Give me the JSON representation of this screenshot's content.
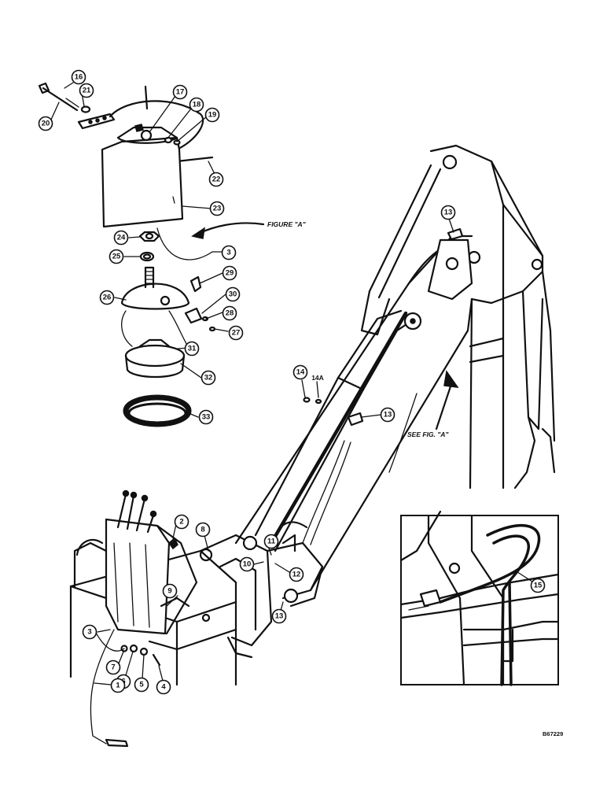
{
  "figure_label": "FIGURE \"A\"",
  "see_label": "SEE FIG. \"A\"",
  "drawing_code": "B67229",
  "callouts": [
    {
      "id": "16",
      "text": "16"
    },
    {
      "id": "17",
      "text": "17"
    },
    {
      "id": "18",
      "text": "18"
    },
    {
      "id": "19",
      "text": "19"
    },
    {
      "id": "20",
      "text": "20"
    },
    {
      "id": "21",
      "text": "21"
    },
    {
      "id": "22",
      "text": "22"
    },
    {
      "id": "23",
      "text": "23"
    },
    {
      "id": "24",
      "text": "24"
    },
    {
      "id": "25",
      "text": "25"
    },
    {
      "id": "3a",
      "text": "3"
    },
    {
      "id": "29",
      "text": "29"
    },
    {
      "id": "26",
      "text": "26"
    },
    {
      "id": "30",
      "text": "30"
    },
    {
      "id": "28",
      "text": "28"
    },
    {
      "id": "27",
      "text": "27"
    },
    {
      "id": "31",
      "text": "31"
    },
    {
      "id": "32",
      "text": "32"
    },
    {
      "id": "33",
      "text": "33"
    },
    {
      "id": "13a",
      "text": "13"
    },
    {
      "id": "14",
      "text": "14"
    },
    {
      "id": "14A",
      "text": "14A"
    },
    {
      "id": "13b",
      "text": "13"
    },
    {
      "id": "2",
      "text": "2"
    },
    {
      "id": "8",
      "text": "8"
    },
    {
      "id": "11",
      "text": "11"
    },
    {
      "id": "10",
      "text": "10"
    },
    {
      "id": "12",
      "text": "12"
    },
    {
      "id": "9",
      "text": "9"
    },
    {
      "id": "13c",
      "text": "13"
    },
    {
      "id": "3b",
      "text": "3"
    },
    {
      "id": "7",
      "text": "7"
    },
    {
      "id": "6",
      "text": "6"
    },
    {
      "id": "5",
      "text": "5"
    },
    {
      "id": "4",
      "text": "4"
    },
    {
      "id": "1",
      "text": "1"
    },
    {
      "id": "15",
      "text": "15"
    }
  ]
}
